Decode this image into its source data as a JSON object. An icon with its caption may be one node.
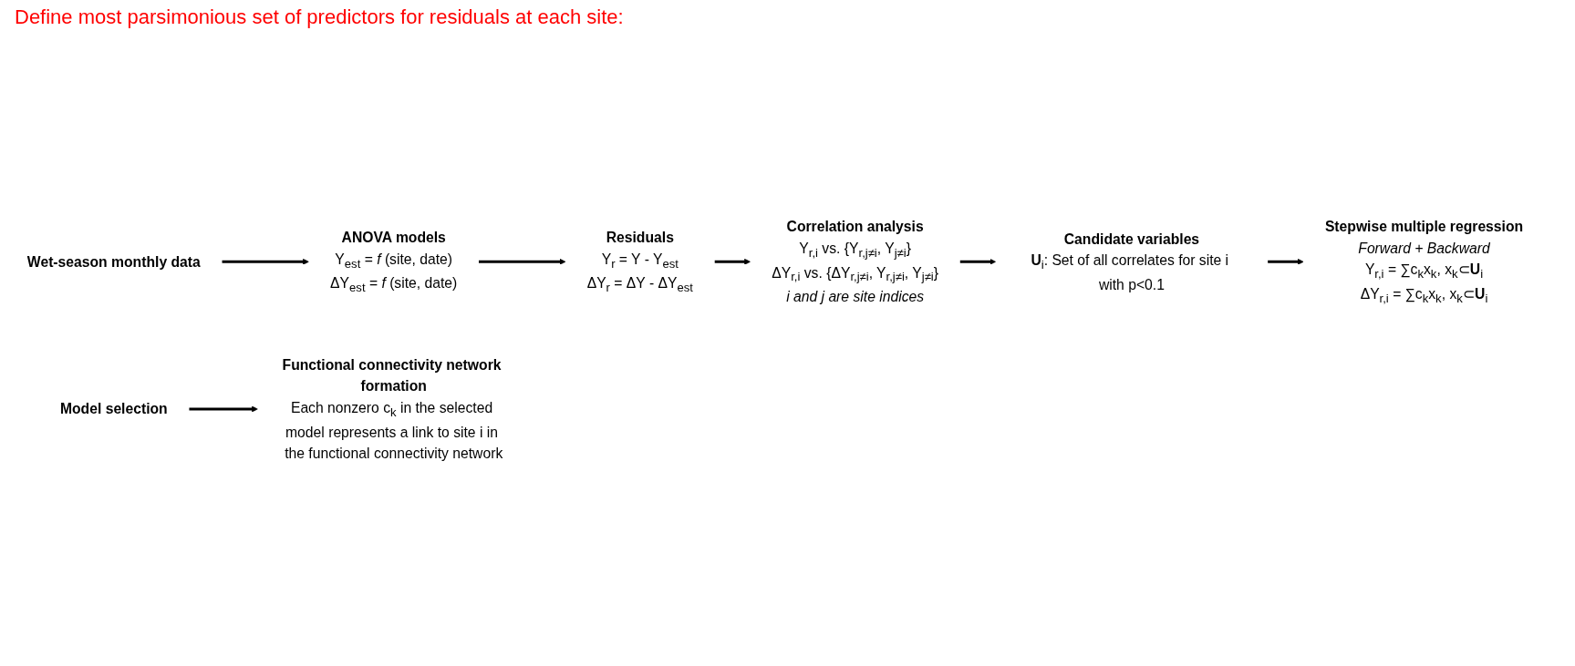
{
  "diagram": {
    "nodes": [
      {
        "text": [
          "Wet-season monthly data"
        ]
      },
      {
        "text": [
          "ANOVA models",
          "Y$_{est}$ = *f* (site, date)",
          "ΔY$_{est}$ = *f* (site, date)"
        ]
      },
      {
        "text": [
          "Residuals",
          "Y$_{r}$ = Y - Y$_{est}$",
          "ΔY$_{r}$ = ΔY - ΔY$_{est}$"
        ]
      },
      {
        "text": [
          "Correlation analysis",
          "Y$_{r,i}$ vs. {Y$_{r,j≠i}$, Y$_{j≠i}$}",
          "ΔY$_{r,i}$ vs. {ΔY$_{r,j≠i}$, Y$_{r,j≠i}$, Y$_{j≠i}$}",
          "i and j are site indices"
        ]
      },
      {
        "text": [
          "Candidate variables",
          "**U**$_{i}$: Set of all correlates for site i with p<0.1"
        ]
      },
      {
        "text": [
          "Stepwise multiple regression",
          "Forward + Backward",
          "Y$_{r,i}$ = ∑c$_{k}$x$_{k}$, x$_{k}$⊂**U**$_{i}$",
          "ΔY$_{r,i}$ = ∑c$_{k}$x$_{k}$, x$_{k}$⊂**U**$_{i}$"
        ]
      },
      {
        "text": [
          "Model selection"
        ]
      },
      {
        "text": [
          "Functional connectivity network formation",
          "Each nonzero c$_{k}$ in the selected model represents a link to site i in the functional connectivity network"
        ]
      }
    ],
    "edges": [
      {
        "from": 0,
        "to": 1,
        "arrow": "to"
      },
      {
        "from": 1,
        "to": 2,
        "arrow": "to"
      },
      {
        "from": 2,
        "to": 3,
        "arrow": "to"
      },
      {
        "from": 3,
        "to": 4,
        "arrow": "to"
      },
      {
        "from": 4,
        "to": 5,
        "arrow": "to"
      },
      {
        "from": 6,
        "to": 7,
        "arrow": "to"
      }
    ],
    "labels": [
      "Define most parsimonious set of predictors for residuals at each site:"
    ]
  }
}
